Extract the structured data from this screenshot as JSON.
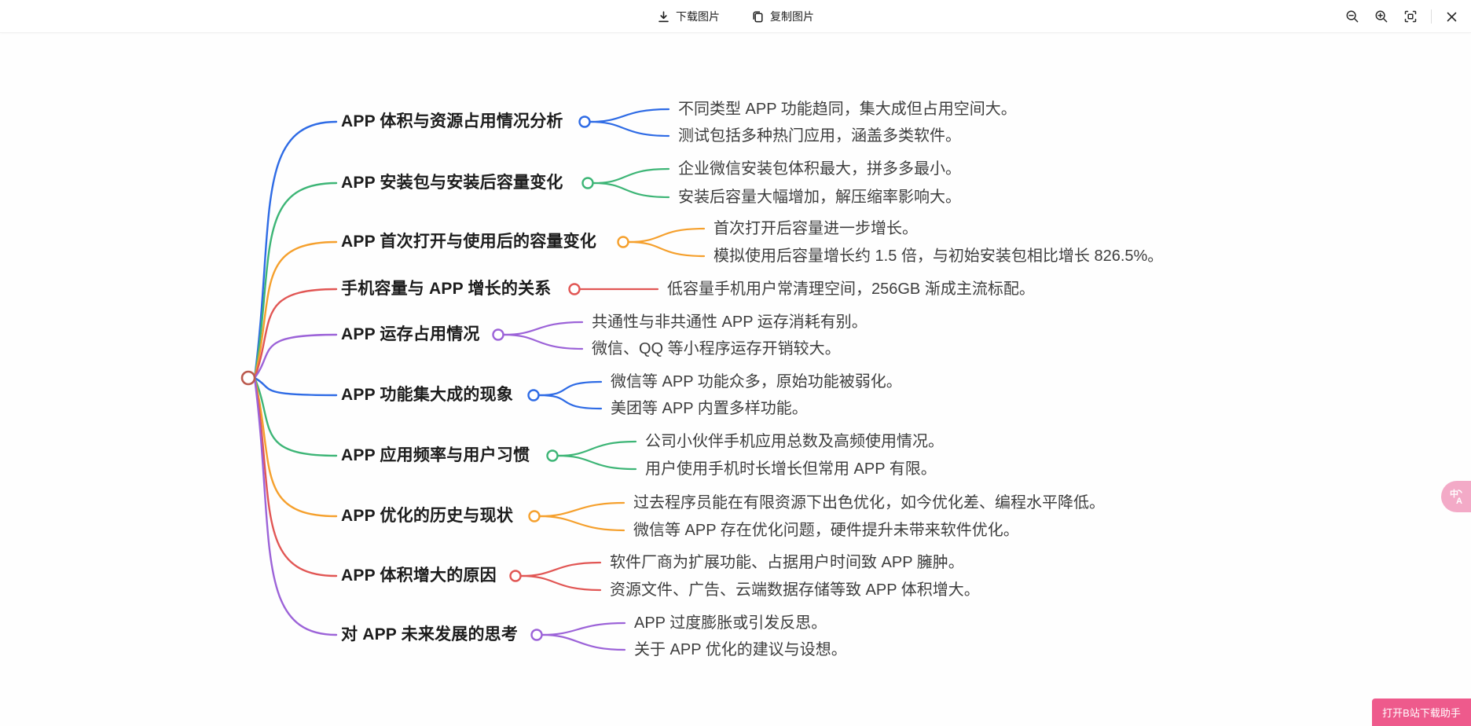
{
  "toolbar": {
    "download_label": "下载图片",
    "copy_label": "复制图片"
  },
  "mindmap": {
    "root_color": "#bb5a4e",
    "branches": [
      {
        "title": "APP 体积与资源占用情况分析",
        "color": "#2e6be5",
        "children": [
          "不同类型 APP 功能趋同，集大成但占用空间大。",
          "测试包括多种热门应用，涵盖多类软件。"
        ]
      },
      {
        "title": "APP 安装包与安装后容量变化",
        "color": "#3db576",
        "children": [
          "企业微信安装包体积最大，拼多多最小。",
          "安装后容量大幅增加，解压缩率影响大。"
        ]
      },
      {
        "title": "APP 首次打开与使用后的容量变化",
        "color": "#f5a02d",
        "children": [
          "首次打开后容量进一步增长。",
          "模拟使用后容量增长约 1.5 倍，与初始安装包相比增长 826.5%。"
        ]
      },
      {
        "title": "手机容量与 APP 增长的关系",
        "color": "#e15654",
        "children": [
          "低容量手机用户常清理空间，256GB 渐成主流标配。"
        ]
      },
      {
        "title": "APP 运存占用情况",
        "color": "#9c63d8",
        "children": [
          "共通性与非共通性 APP 运存消耗有别。",
          "微信、QQ 等小程序运存开销较大。"
        ]
      },
      {
        "title": "APP 功能集大成的现象",
        "color": "#2e6be5",
        "children": [
          "微信等 APP 功能众多，原始功能被弱化。",
          "美团等 APP 内置多样功能。"
        ]
      },
      {
        "title": "APP 应用频率与用户习惯",
        "color": "#3db576",
        "children": [
          "公司小伙伴手机应用总数及高频使用情况。",
          "用户使用手机时长增长但常用 APP 有限。"
        ]
      },
      {
        "title": "APP 优化的历史与现状",
        "color": "#f5a02d",
        "children": [
          "过去程序员能在有限资源下出色优化，如今优化差、编程水平降低。",
          "微信等 APP 存在优化问题，硬件提升未带来软件优化。"
        ]
      },
      {
        "title": "APP 体积增大的原因",
        "color": "#e15654",
        "children": [
          "软件厂商为扩展功能、占据用户时间致 APP 臃肿。",
          "资源文件、广告、云端数据存储等致 APP 体积增大。"
        ]
      },
      {
        "title": "对 APP 未来发展的思考",
        "color": "#9c63d8",
        "children": [
          "APP 过度膨胀或引发反思。",
          "关于 APP 优化的建议与设想。"
        ]
      }
    ]
  },
  "overlays": {
    "translate_icon_glyphs": {
      "top": "中",
      "bottom": "A"
    },
    "helper_button_label": "打开B站下载助手"
  },
  "colors": {
    "accent_pink": "#ee5a8c",
    "fab_pink": "#f3aac7",
    "toolbar_icon": "#2a2a2a"
  }
}
